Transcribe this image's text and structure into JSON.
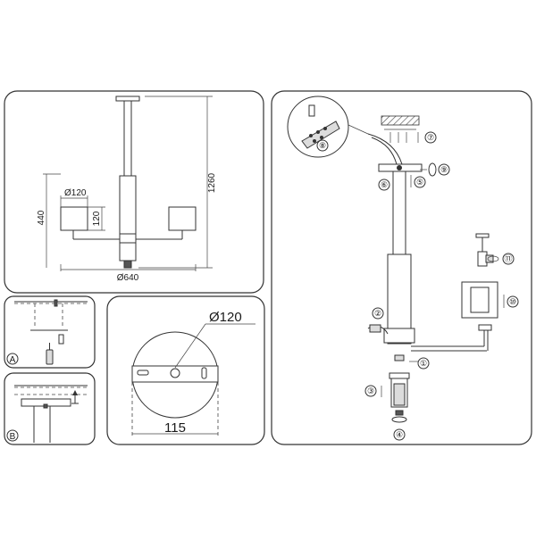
{
  "panel_dimensions": {
    "height_total": "1260",
    "height_arms": "440",
    "shade_diameter": "Ø120",
    "shade_height": "120",
    "span": "Ø640"
  },
  "panel_canopy": {
    "diameter": "Ø120",
    "hole_spacing": "115"
  },
  "panel_assembly": {
    "steps": [
      "①",
      "②",
      "③",
      "④",
      "⑤",
      "⑥",
      "⑦",
      "⑧",
      "⑨",
      "⑩",
      "⑪"
    ]
  },
  "panel_markers": {
    "a": "A",
    "b": "B"
  }
}
